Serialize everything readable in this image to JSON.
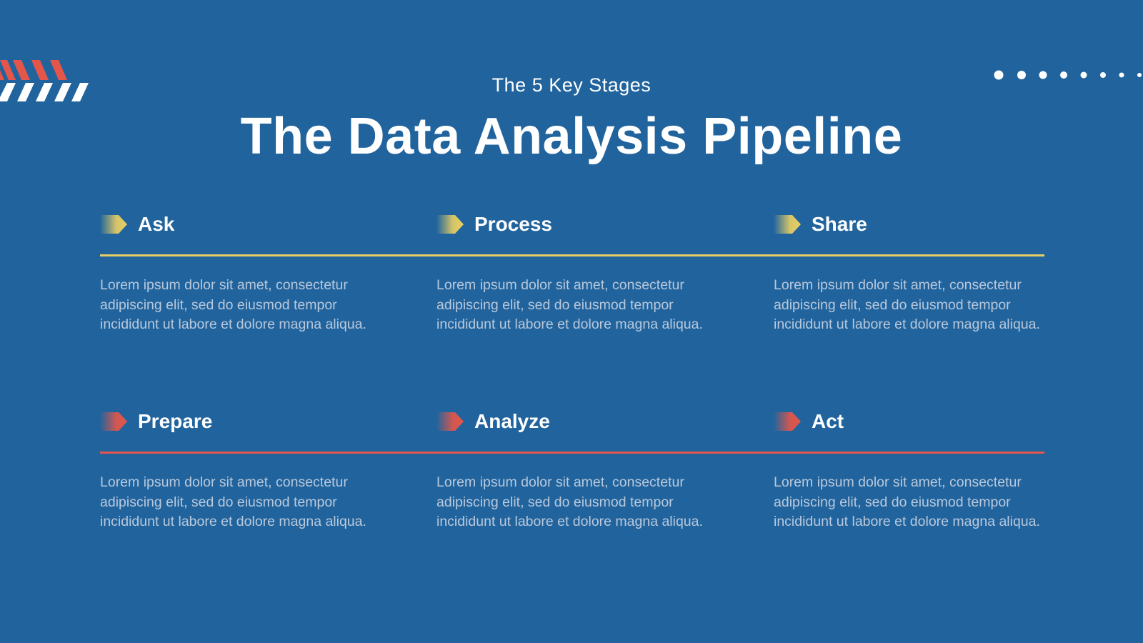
{
  "slide": {
    "subtitle": "The 5 Key Stages",
    "title": "The Data Analysis Pipeline"
  },
  "colors": {
    "background": "#21649d",
    "accent_yellow": "#e8cf63",
    "accent_red": "#e4564a",
    "body_text": "#b9c8dc"
  },
  "decorations": {
    "stripes_icon": "diagonal-stripes-icon",
    "dots_icon": "dot-trail-icon"
  },
  "rows": [
    {
      "accent": "yellow",
      "stages": [
        {
          "label": "Ask",
          "description": "Lorem ipsum dolor sit amet, consectetur adipiscing elit, sed do eiusmod tempor incididunt ut labore et dolore magna aliqua.",
          "icon": "arrow-chevron-icon"
        },
        {
          "label": "Process",
          "description": "Lorem ipsum dolor sit amet, consectetur adipiscing elit, sed do eiusmod tempor incididunt ut labore et dolore magna aliqua.",
          "icon": "arrow-chevron-icon"
        },
        {
          "label": "Share",
          "description": "Lorem ipsum dolor sit amet, consectetur adipiscing elit, sed do eiusmod tempor incididunt ut labore et dolore magna aliqua.",
          "icon": "arrow-chevron-icon"
        }
      ]
    },
    {
      "accent": "red",
      "stages": [
        {
          "label": "Prepare",
          "description": "Lorem ipsum dolor sit amet, consectetur adipiscing elit, sed do eiusmod tempor incididunt ut labore et dolore magna aliqua.",
          "icon": "arrow-chevron-icon"
        },
        {
          "label": "Analyze",
          "description": "Lorem ipsum dolor sit amet, consectetur adipiscing elit, sed do eiusmod tempor incididunt ut labore et dolore magna aliqua.",
          "icon": "arrow-chevron-icon"
        },
        {
          "label": "Act",
          "description": "Lorem ipsum dolor sit amet, consectetur adipiscing elit, sed do eiusmod tempor incididunt ut labore et dolore magna aliqua.",
          "icon": "arrow-chevron-icon"
        }
      ]
    }
  ]
}
